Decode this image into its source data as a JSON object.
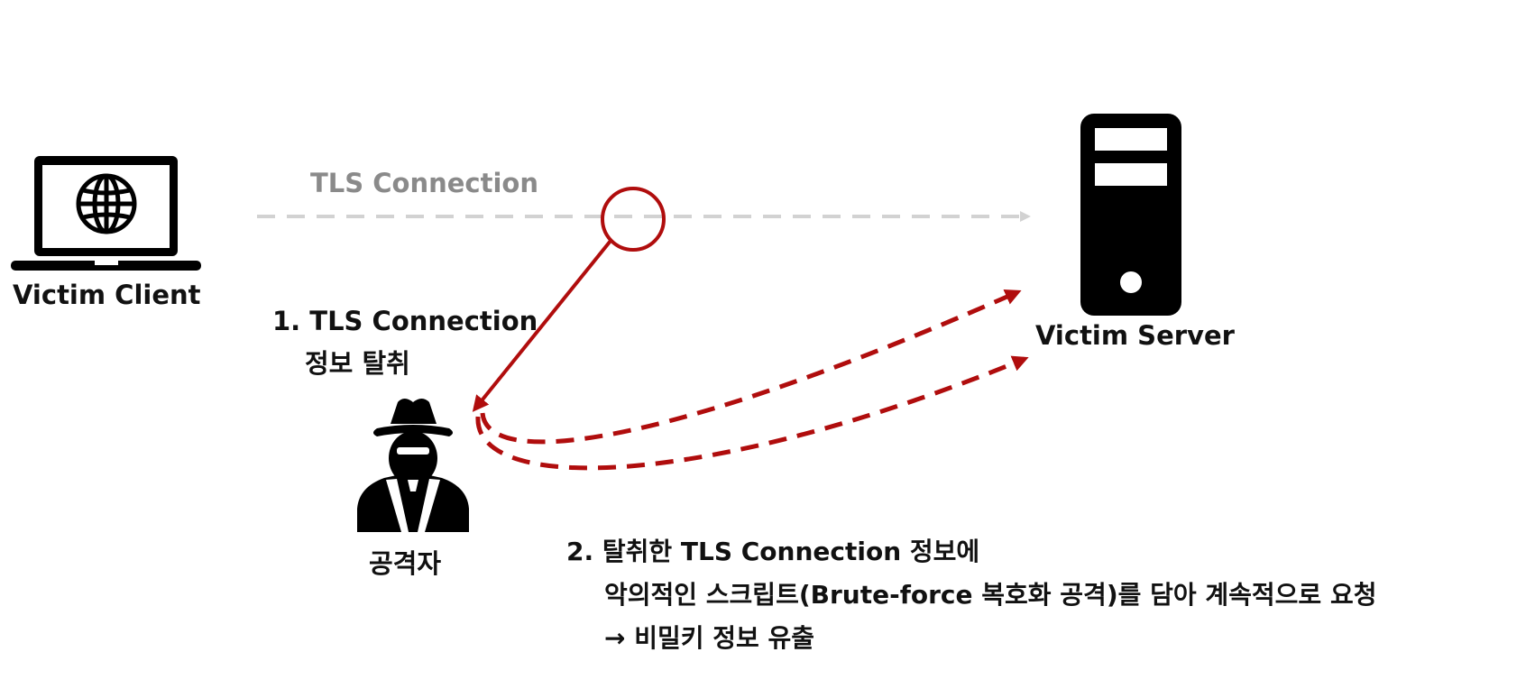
{
  "nodes": {
    "client_label": "Victim Client",
    "server_label": "Victim Server",
    "attacker_label": "공격자"
  },
  "connection": {
    "label": "TLS Connection"
  },
  "steps": {
    "step1": [
      "1. TLS Connection",
      "정보 탈취"
    ],
    "step2": [
      "2. 탈취한 TLS Connection 정보에",
      "악의적인 스크립트(Brute-force 복호화 공격)를 담아 계속적으로 요청",
      "→ 비밀키 정보 유출"
    ]
  },
  "colors": {
    "attack_red": "#b00d0d",
    "connection_gray": "#d2d2d2",
    "icon_black": "#000000"
  },
  "icons": {
    "client": "laptop-globe-icon",
    "server": "server-tower-icon",
    "attacker": "spy-icon"
  }
}
